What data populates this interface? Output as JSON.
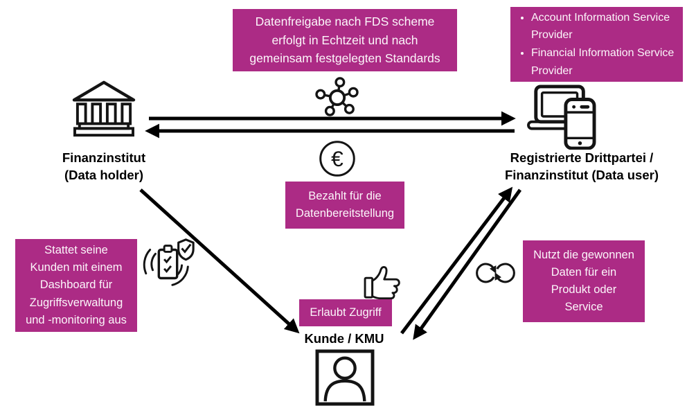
{
  "colors": {
    "accent": "#AC2B85",
    "ink": "#141414",
    "background": "#FFFFFF",
    "text_on_accent": "#FCF6FA"
  },
  "nodes": {
    "data_holder": {
      "label_lines": [
        "Finanzinstitut",
        "(Data holder)"
      ],
      "icon": "bank-icon"
    },
    "data_user": {
      "label_lines": [
        "Registrierte Drittpartei /",
        "Finanzinstitut (Data user)"
      ],
      "icon": "laptop-phone-icon"
    },
    "customer": {
      "label": "Kunde / KMU",
      "icon": "person-icon"
    }
  },
  "boxes": {
    "top_center": {
      "lines": [
        "Datenfreigabe nach FDS scheme",
        "erfolgt in Echtzeit und nach",
        "gemeinsam festgelegten Standards"
      ]
    },
    "top_right": {
      "items": [
        "Account Information Service Provider",
        "Financial Information Service Provider"
      ]
    },
    "payment": {
      "lines": [
        "Bezahlt für die",
        "Datenbereitstellung"
      ]
    },
    "dashboard": {
      "lines": [
        "Stattet seine",
        "Kunden mit einem",
        "Dashboard für",
        "Zugriffsverwaltung",
        "und -monitoring aus"
      ]
    },
    "allow_access": {
      "text": "Erlaubt Zugriff"
    },
    "usage": {
      "lines": [
        "Nutzt die gewonnen",
        "Daten für ein",
        "Produkt oder",
        "Service"
      ]
    }
  },
  "icons": {
    "euro_symbol": "€",
    "names": [
      "bank-icon",
      "network-nodes-icon",
      "euro-coin-icon",
      "laptop-phone-icon",
      "consent-dashboard-icon",
      "thumbs-up-icon",
      "sync-loop-icon",
      "person-icon"
    ]
  }
}
